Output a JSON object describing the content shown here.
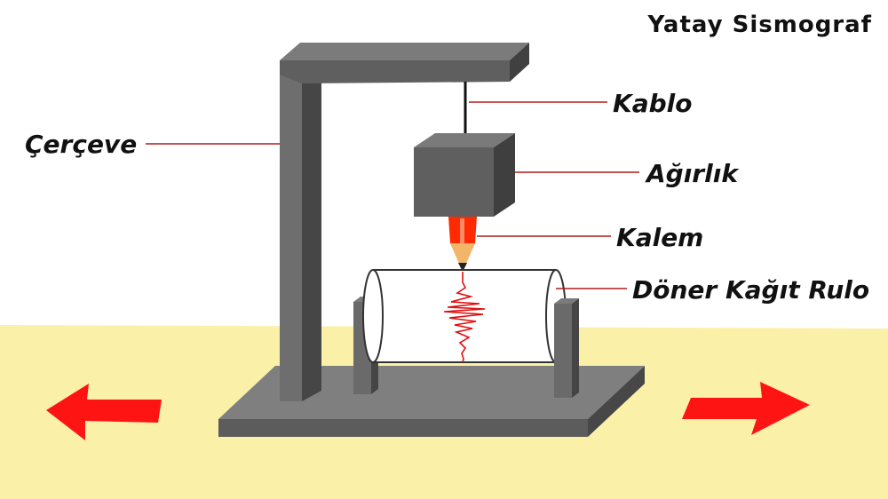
{
  "title": "Yatay Sismograf",
  "labels": {
    "frame": "Çerçeve",
    "cable": "Kablo",
    "weight": "Ağırlık",
    "pen": "Kalem",
    "drum": "Döner Kağıt Rulo"
  },
  "colors": {
    "ground": "#fbf0a8",
    "metal_front": "#6b6b6b",
    "metal_top": "#7d7d7d",
    "metal_dark": "#454545",
    "pointer_line": "#b31b1b",
    "arrow": "#ff1010",
    "trace": "#e01010",
    "pen_body": "#ff2a00",
    "pen_tip": "#f2b66a"
  },
  "icons": {
    "left_arrow": "arrow-left-icon",
    "right_arrow": "arrow-right-icon"
  }
}
